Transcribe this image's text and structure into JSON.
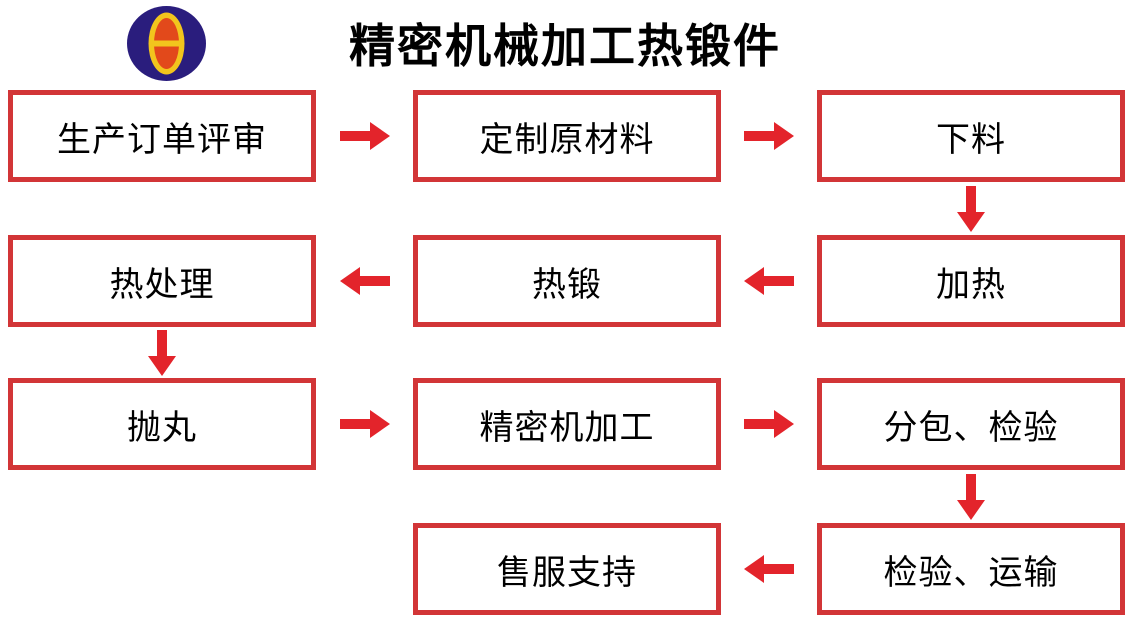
{
  "title": "精密机械加工热锻件",
  "logo": {
    "name": "company-logo",
    "outer_color": "#2a1d7d",
    "ring_color": "#f2c51d",
    "core_color": "#e2491b"
  },
  "colors": {
    "box_border": "#d23537",
    "arrow": "#e3242b",
    "text": "#000000",
    "background": "#ffffff"
  },
  "nodes": [
    {
      "id": "order-review",
      "label": "生产订单评审",
      "row": 1,
      "col": 1
    },
    {
      "id": "custom-raw-material",
      "label": "定制原材料",
      "row": 1,
      "col": 2
    },
    {
      "id": "cutting",
      "label": "下料",
      "row": 1,
      "col": 3
    },
    {
      "id": "heat-treatment",
      "label": "热处理",
      "row": 2,
      "col": 1
    },
    {
      "id": "hot-forging",
      "label": "热锻",
      "row": 2,
      "col": 2
    },
    {
      "id": "heating",
      "label": "加热",
      "row": 2,
      "col": 3
    },
    {
      "id": "shot-blasting",
      "label": "抛丸",
      "row": 3,
      "col": 1
    },
    {
      "id": "precision-machining",
      "label": "精密机加工",
      "row": 3,
      "col": 2
    },
    {
      "id": "subcontract-inspection",
      "label": "分包、检验",
      "row": 3,
      "col": 3
    },
    {
      "id": "after-sales-support",
      "label": "售服支持",
      "row": 4,
      "col": 2
    },
    {
      "id": "inspection-transport",
      "label": "检验、运输",
      "row": 4,
      "col": 3
    }
  ],
  "edges": [
    {
      "from": "order-review",
      "to": "custom-raw-material",
      "direction": "right"
    },
    {
      "from": "custom-raw-material",
      "to": "cutting",
      "direction": "right"
    },
    {
      "from": "cutting",
      "to": "heating",
      "direction": "down"
    },
    {
      "from": "heating",
      "to": "hot-forging",
      "direction": "left"
    },
    {
      "from": "hot-forging",
      "to": "heat-treatment",
      "direction": "left"
    },
    {
      "from": "heat-treatment",
      "to": "shot-blasting",
      "direction": "down"
    },
    {
      "from": "shot-blasting",
      "to": "precision-machining",
      "direction": "right"
    },
    {
      "from": "precision-machining",
      "to": "subcontract-inspection",
      "direction": "right"
    },
    {
      "from": "subcontract-inspection",
      "to": "inspection-transport",
      "direction": "down"
    },
    {
      "from": "inspection-transport",
      "to": "after-sales-support",
      "direction": "left"
    }
  ]
}
